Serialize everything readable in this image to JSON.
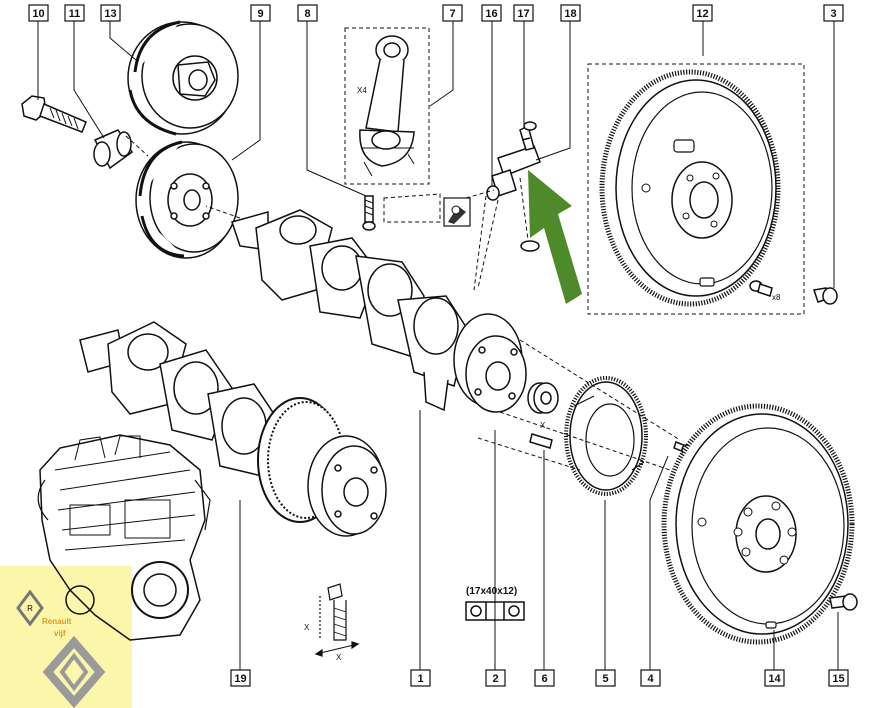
{
  "callouts": [
    {
      "id": "c10",
      "label": "10"
    },
    {
      "id": "c11",
      "label": "11"
    },
    {
      "id": "c13",
      "label": "13"
    },
    {
      "id": "c9",
      "label": "9"
    },
    {
      "id": "c8",
      "label": "8"
    },
    {
      "id": "c7",
      "label": "7"
    },
    {
      "id": "c16",
      "label": "16"
    },
    {
      "id": "c17",
      "label": "17"
    },
    {
      "id": "c18",
      "label": "18"
    },
    {
      "id": "c12",
      "label": "12"
    },
    {
      "id": "c3",
      "label": "3"
    },
    {
      "id": "c19",
      "label": "19"
    },
    {
      "id": "c1",
      "label": "1"
    },
    {
      "id": "c2",
      "label": "2"
    },
    {
      "id": "c6",
      "label": "6"
    },
    {
      "id": "c5",
      "label": "5"
    },
    {
      "id": "c4",
      "label": "4"
    },
    {
      "id": "c14",
      "label": "14"
    },
    {
      "id": "c15",
      "label": "15"
    }
  ],
  "annotations": {
    "rod_qty": "X4",
    "bolt_qty": "x8",
    "bearing_size": "(17x40x12)",
    "dim_x": "X",
    "dim_x2": "X",
    "pin_x": "X"
  },
  "logo": {
    "brand": "Renault",
    "sub": "vijf"
  },
  "colors": {
    "arrow": "#4f8a2a",
    "logo_bg": "#fbf6a9",
    "line": "#111111"
  }
}
